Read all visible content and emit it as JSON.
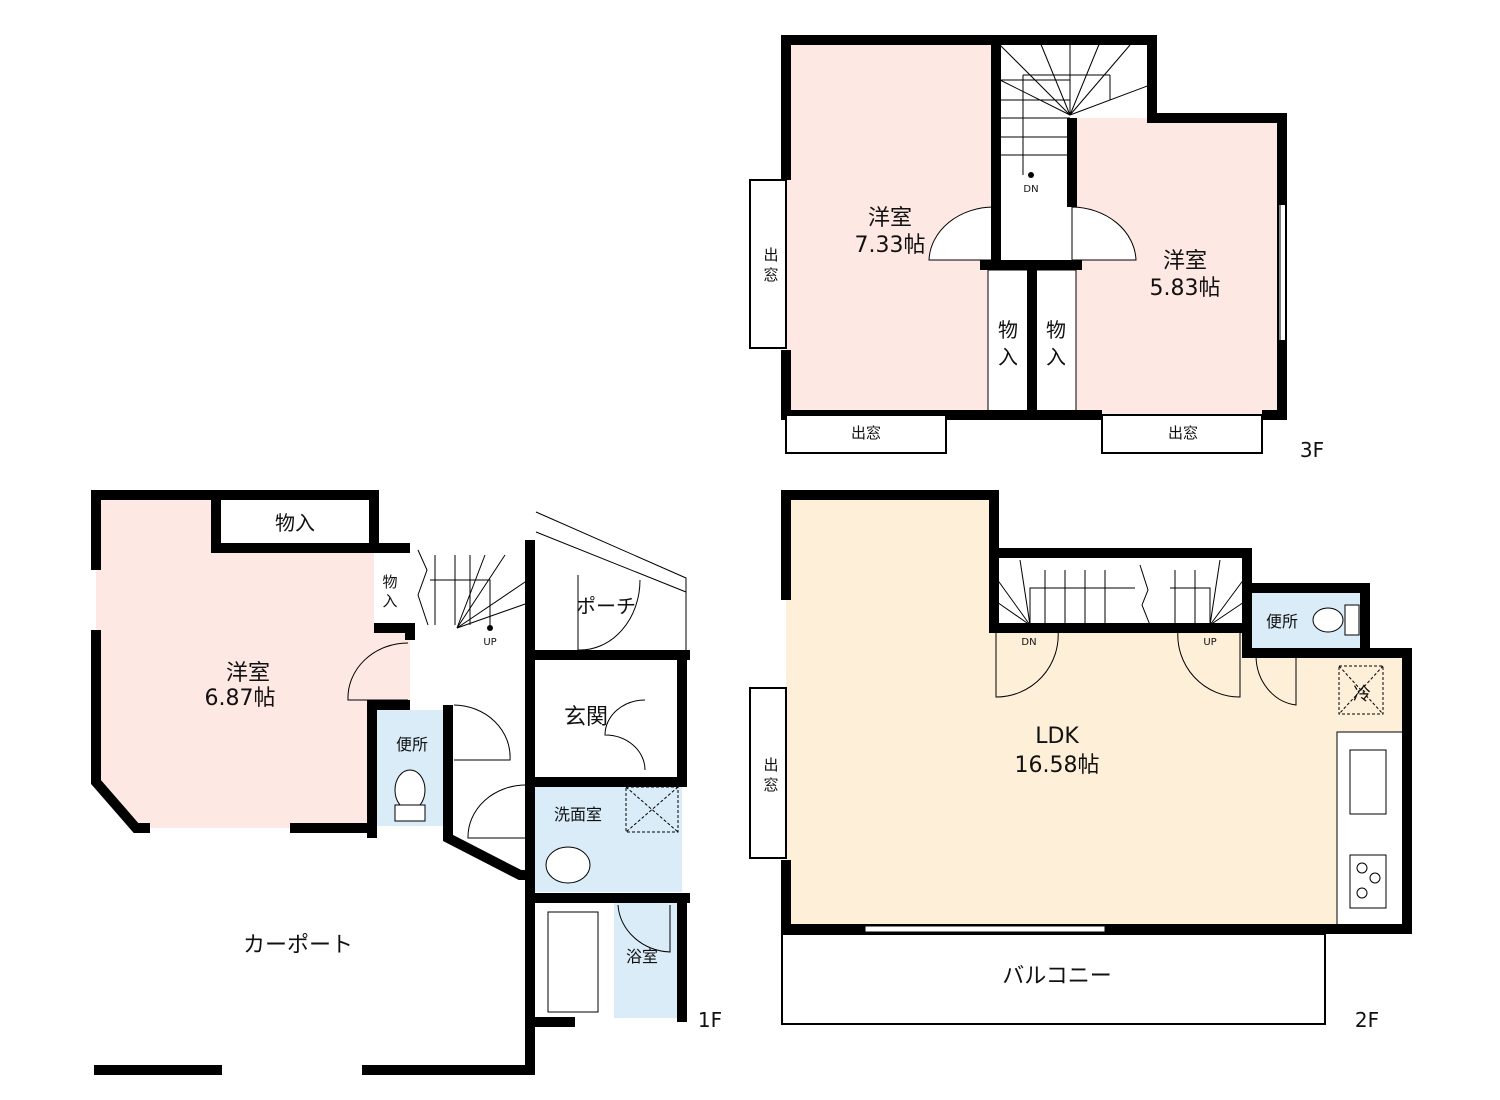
{
  "colors": {
    "bedroom": "#fde8e4",
    "ldk": "#fef0d8",
    "wet": "#d9ecf8",
    "wall": "#000000"
  },
  "floor3": {
    "label": "3F",
    "room1": {
      "name": "洋室",
      "size": "7.33帖"
    },
    "room2": {
      "name": "洋室",
      "size": "5.83帖"
    },
    "closet1": {
      "l1": "物",
      "l2": "入"
    },
    "closet2": {
      "l1": "物",
      "l2": "入"
    },
    "bay_left": {
      "l1": "出",
      "l2": "窓"
    },
    "bay_bottom_left": "出窓",
    "bay_bottom_right": "出窓",
    "stair": "DN"
  },
  "floor2": {
    "label": "2F",
    "ldk": {
      "name": "LDK",
      "size": "16.58帖"
    },
    "toilet": "便所",
    "fridge": "冷",
    "bay_left": {
      "l1": "出",
      "l2": "窓"
    },
    "balcony": "バルコニー",
    "stair_dn": "DN",
    "stair_up": "UP"
  },
  "floor1": {
    "label": "1F",
    "room": {
      "name": "洋室",
      "size": "6.87帖"
    },
    "closet": "物入",
    "small_closet": {
      "l1": "物",
      "l2": "入"
    },
    "porch": "ポーチ",
    "entrance": "玄関",
    "toilet": "便所",
    "washroom": "洗面室",
    "bath": "浴室",
    "carport": "カーポート",
    "stair_up": "UP"
  }
}
